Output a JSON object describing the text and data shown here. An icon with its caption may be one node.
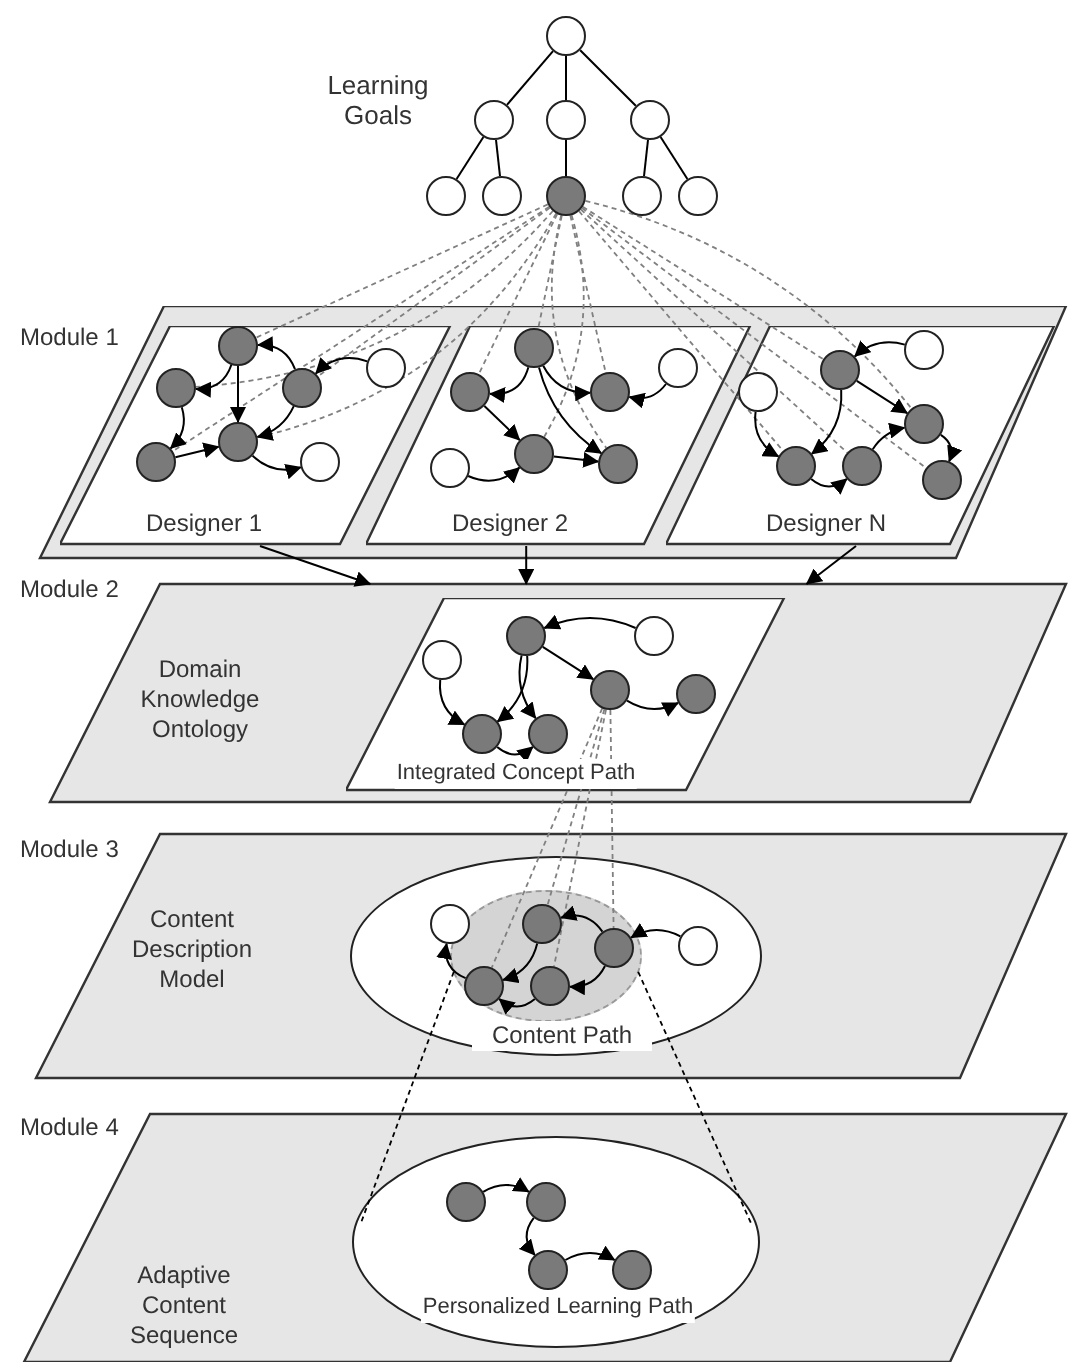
{
  "diagram": {
    "nodes": [
      {
        "text": [],
        "shape": "circle"
      },
      {
        "text": [],
        "shape": "circle"
      },
      {
        "text": [],
        "shape": "circle"
      },
      {
        "text": [],
        "shape": "circle"
      },
      {
        "text": [],
        "shape": "circle"
      },
      {
        "text": [],
        "shape": "circle"
      },
      {
        "text": [],
        "shape": "circle"
      },
      {
        "text": [],
        "shape": "circle"
      },
      {
        "text": [],
        "shape": "circle"
      },
      {
        "text": [
          "Module 1"
        ]
      },
      {
        "text": [
          "Designer 1"
        ],
        "in": 9
      },
      {
        "text": [],
        "shape": "circle",
        "in": 10
      },
      {
        "text": [],
        "shape": "circle",
        "in": 10
      },
      {
        "text": [],
        "shape": "circle",
        "in": 10
      },
      {
        "text": [],
        "shape": "circle",
        "in": 10
      },
      {
        "text": [],
        "shape": "circle",
        "in": 10
      },
      {
        "text": [],
        "shape": "circle",
        "in": 10
      },
      {
        "text": [],
        "shape": "circle",
        "in": 10
      },
      {
        "text": [
          "Designer 2"
        ],
        "in": 9
      },
      {
        "text": [],
        "shape": "circle",
        "in": 18
      },
      {
        "text": [],
        "shape": "circle",
        "in": 18
      },
      {
        "text": [],
        "shape": "circle",
        "in": 18
      },
      {
        "text": [],
        "shape": "circle",
        "in": 18
      },
      {
        "text": [],
        "shape": "circle",
        "in": 18
      },
      {
        "text": [],
        "shape": "circle",
        "in": 18
      },
      {
        "text": [],
        "shape": "circle",
        "in": 18
      },
      {
        "text": [
          "Designer N"
        ],
        "in": 9
      },
      {
        "text": [],
        "shape": "circle",
        "in": 26
      },
      {
        "text": [],
        "shape": "circle",
        "in": 26
      },
      {
        "text": [],
        "shape": "circle",
        "in": 26
      },
      {
        "text": [],
        "shape": "circle",
        "in": 26
      },
      {
        "text": [],
        "shape": "circle",
        "in": 26
      },
      {
        "text": [],
        "shape": "circle",
        "in": 26
      },
      {
        "text": [],
        "shape": "circle",
        "in": 26
      },
      {
        "text": [
          "Module 2",
          "Domain Knowledge Ontology"
        ]
      },
      {
        "text": [
          "Integrated Concept Path"
        ],
        "in": 34
      },
      {
        "text": [],
        "shape": "circle",
        "in": 35
      },
      {
        "text": [],
        "shape": "circle",
        "in": 35
      },
      {
        "text": [],
        "shape": "circle",
        "in": 35
      },
      {
        "text": [],
        "shape": "circle",
        "in": 35
      },
      {
        "text": [],
        "shape": "circle",
        "in": 35
      },
      {
        "text": [],
        "shape": "circle",
        "in": 35
      },
      {
        "text": [],
        "shape": "circle",
        "in": 35
      },
      {
        "text": [
          "Module 3",
          "Content Description Model"
        ]
      },
      {
        "text": [
          "Content Path"
        ],
        "in": 43
      },
      {
        "text": [],
        "shape": "ellipse",
        "in": 44
      },
      {
        "text": [],
        "shape": "circle",
        "in": 45
      },
      {
        "text": [],
        "shape": "circle",
        "in": 44
      },
      {
        "text": [],
        "shape": "circle",
        "in": 45
      },
      {
        "text": [],
        "shape": "circle",
        "in": 44
      },
      {
        "text": [],
        "shape": "circle",
        "in": 45
      },
      {
        "text": [],
        "shape": "circle",
        "in": 45
      },
      {
        "text": [
          "Module 4",
          "Adaptive Content Sequence"
        ]
      },
      {
        "text": [
          "Personalized Learning Path"
        ],
        "in": 52
      },
      {
        "text": [],
        "shape": "circle",
        "in": 53
      },
      {
        "text": [],
        "shape": "circle",
        "in": 53
      },
      {
        "text": [],
        "shape": "circle",
        "in": 53
      },
      {
        "text": [],
        "shape": "circle",
        "in": 53
      }
    ],
    "edges": [
      {
        "from": 0,
        "to": 1,
        "arrow": "none"
      },
      {
        "from": 0,
        "to": 2,
        "arrow": "none"
      },
      {
        "from": 0,
        "to": 3,
        "arrow": "none"
      },
      {
        "from": 1,
        "to": 4,
        "arrow": "none"
      },
      {
        "from": 1,
        "to": 5,
        "arrow": "none"
      },
      {
        "from": 2,
        "to": 6,
        "arrow": "none"
      },
      {
        "from": 3,
        "to": 7,
        "arrow": "none"
      },
      {
        "from": 3,
        "to": 8,
        "arrow": "none"
      },
      {
        "from": 6,
        "to": 11,
        "arrow": "none",
        "style": "dashed",
        "color": "#808080"
      },
      {
        "from": 6,
        "to": 13,
        "arrow": "none",
        "style": "dashed",
        "color": "#808080"
      },
      {
        "from": 6,
        "to": 14,
        "arrow": "none",
        "style": "dashed",
        "color": "#808080"
      },
      {
        "from": 6,
        "to": 15,
        "arrow": "none",
        "style": "dashed",
        "color": "#808080"
      },
      {
        "from": 6,
        "to": 16,
        "arrow": "none",
        "style": "dashed",
        "color": "#808080"
      },
      {
        "from": 6,
        "to": 19,
        "arrow": "none",
        "style": "dashed",
        "color": "#808080"
      },
      {
        "from": 6,
        "to": 21,
        "arrow": "none",
        "style": "dashed",
        "color": "#808080"
      },
      {
        "from": 6,
        "to": 22,
        "arrow": "none",
        "style": "dashed",
        "color": "#808080"
      },
      {
        "from": 6,
        "to": 23,
        "arrow": "none",
        "style": "dashed",
        "color": "#808080"
      },
      {
        "from": 6,
        "to": 24,
        "arrow": "none",
        "style": "dashed",
        "color": "#808080"
      },
      {
        "from": 6,
        "to": 28,
        "arrow": "none",
        "style": "dashed",
        "color": "#808080"
      },
      {
        "from": 6,
        "to": 30,
        "arrow": "none",
        "style": "dashed",
        "color": "#808080"
      },
      {
        "from": 6,
        "to": 31,
        "arrow": "none",
        "style": "dashed",
        "color": "#808080"
      },
      {
        "from": 6,
        "to": 32,
        "arrow": "none",
        "style": "dashed",
        "color": "#808080"
      },
      {
        "from": 6,
        "to": 33,
        "arrow": "none",
        "style": "dashed",
        "color": "#808080"
      },
      {
        "from": 11,
        "to": 13,
        "arrow": "to"
      },
      {
        "from": 11,
        "to": 15,
        "arrow": "to"
      },
      {
        "from": 13,
        "to": 16,
        "arrow": "to"
      },
      {
        "from": 16,
        "to": 15,
        "arrow": "to"
      },
      {
        "from": 14,
        "to": 11,
        "arrow": "to"
      },
      {
        "from": 14,
        "to": 15,
        "arrow": "to"
      },
      {
        "from": 12,
        "to": 14,
        "arrow": "to"
      },
      {
        "from": 15,
        "to": 17,
        "arrow": "to"
      },
      {
        "from": 19,
        "to": 21,
        "arrow": "to"
      },
      {
        "from": 19,
        "to": 22,
        "arrow": "to"
      },
      {
        "from": 21,
        "to": 23,
        "arrow": "to"
      },
      {
        "from": 23,
        "to": 24,
        "arrow": "to"
      },
      {
        "from": 19,
        "to": 24,
        "arrow": "to"
      },
      {
        "from": 20,
        "to": 22,
        "arrow": "to"
      },
      {
        "from": 25,
        "to": 23,
        "arrow": "to"
      },
      {
        "from": 27,
        "to": 28,
        "arrow": "to"
      },
      {
        "from": 28,
        "to": 30,
        "arrow": "to"
      },
      {
        "from": 28,
        "to": 31,
        "arrow": "to"
      },
      {
        "from": 29,
        "to": 31,
        "arrow": "to"
      },
      {
        "from": 31,
        "to": 32,
        "arrow": "to"
      },
      {
        "from": 32,
        "to": 30,
        "arrow": "to"
      },
      {
        "from": 30,
        "to": 33,
        "arrow": "to"
      },
      {
        "from": 10,
        "to": 34,
        "arrow": "to"
      },
      {
        "from": 18,
        "to": 34,
        "arrow": "to"
      },
      {
        "from": 26,
        "to": 34,
        "arrow": "to"
      },
      {
        "from": 37,
        "to": 36,
        "arrow": "to"
      },
      {
        "from": 36,
        "to": 39,
        "arrow": "to"
      },
      {
        "from": 36,
        "to": 41,
        "arrow": "to"
      },
      {
        "from": 36,
        "to": 42,
        "arrow": "to"
      },
      {
        "from": 38,
        "to": 41,
        "arrow": "to"
      },
      {
        "from": 41,
        "to": 42,
        "arrow": "to"
      },
      {
        "from": 39,
        "to": 40,
        "arrow": "to"
      },
      {
        "from": 39,
        "to": 46,
        "arrow": "none",
        "style": "dashed",
        "color": "#808080"
      },
      {
        "from": 39,
        "to": 48,
        "arrow": "none",
        "style": "dashed",
        "color": "#808080"
      },
      {
        "from": 39,
        "to": 50,
        "arrow": "none",
        "style": "dashed",
        "color": "#808080"
      },
      {
        "from": 39,
        "to": 51,
        "arrow": "none",
        "style": "dashed",
        "color": "#808080"
      },
      {
        "from": 48,
        "to": 46,
        "arrow": "to"
      },
      {
        "from": 46,
        "to": 50,
        "arrow": "to"
      },
      {
        "from": 48,
        "to": 51,
        "arrow": "to"
      },
      {
        "from": 49,
        "to": 48,
        "arrow": "to"
      },
      {
        "from": 50,
        "to": 47,
        "arrow": "to"
      },
      {
        "from": 51,
        "to": 50,
        "arrow": "to"
      },
      {
        "from": 45,
        "to": 53,
        "arrow": "none",
        "style": "dashed"
      },
      {
        "from": 45,
        "to": 53,
        "arrow": "none",
        "style": "dashed"
      },
      {
        "from": 54,
        "to": 55,
        "arrow": "to"
      },
      {
        "from": 55,
        "to": 56,
        "arrow": "to"
      },
      {
        "from": 56,
        "to": 57,
        "arrow": "to"
      }
    ],
    "labels": [
      "Learning Goals"
    ]
  }
}
